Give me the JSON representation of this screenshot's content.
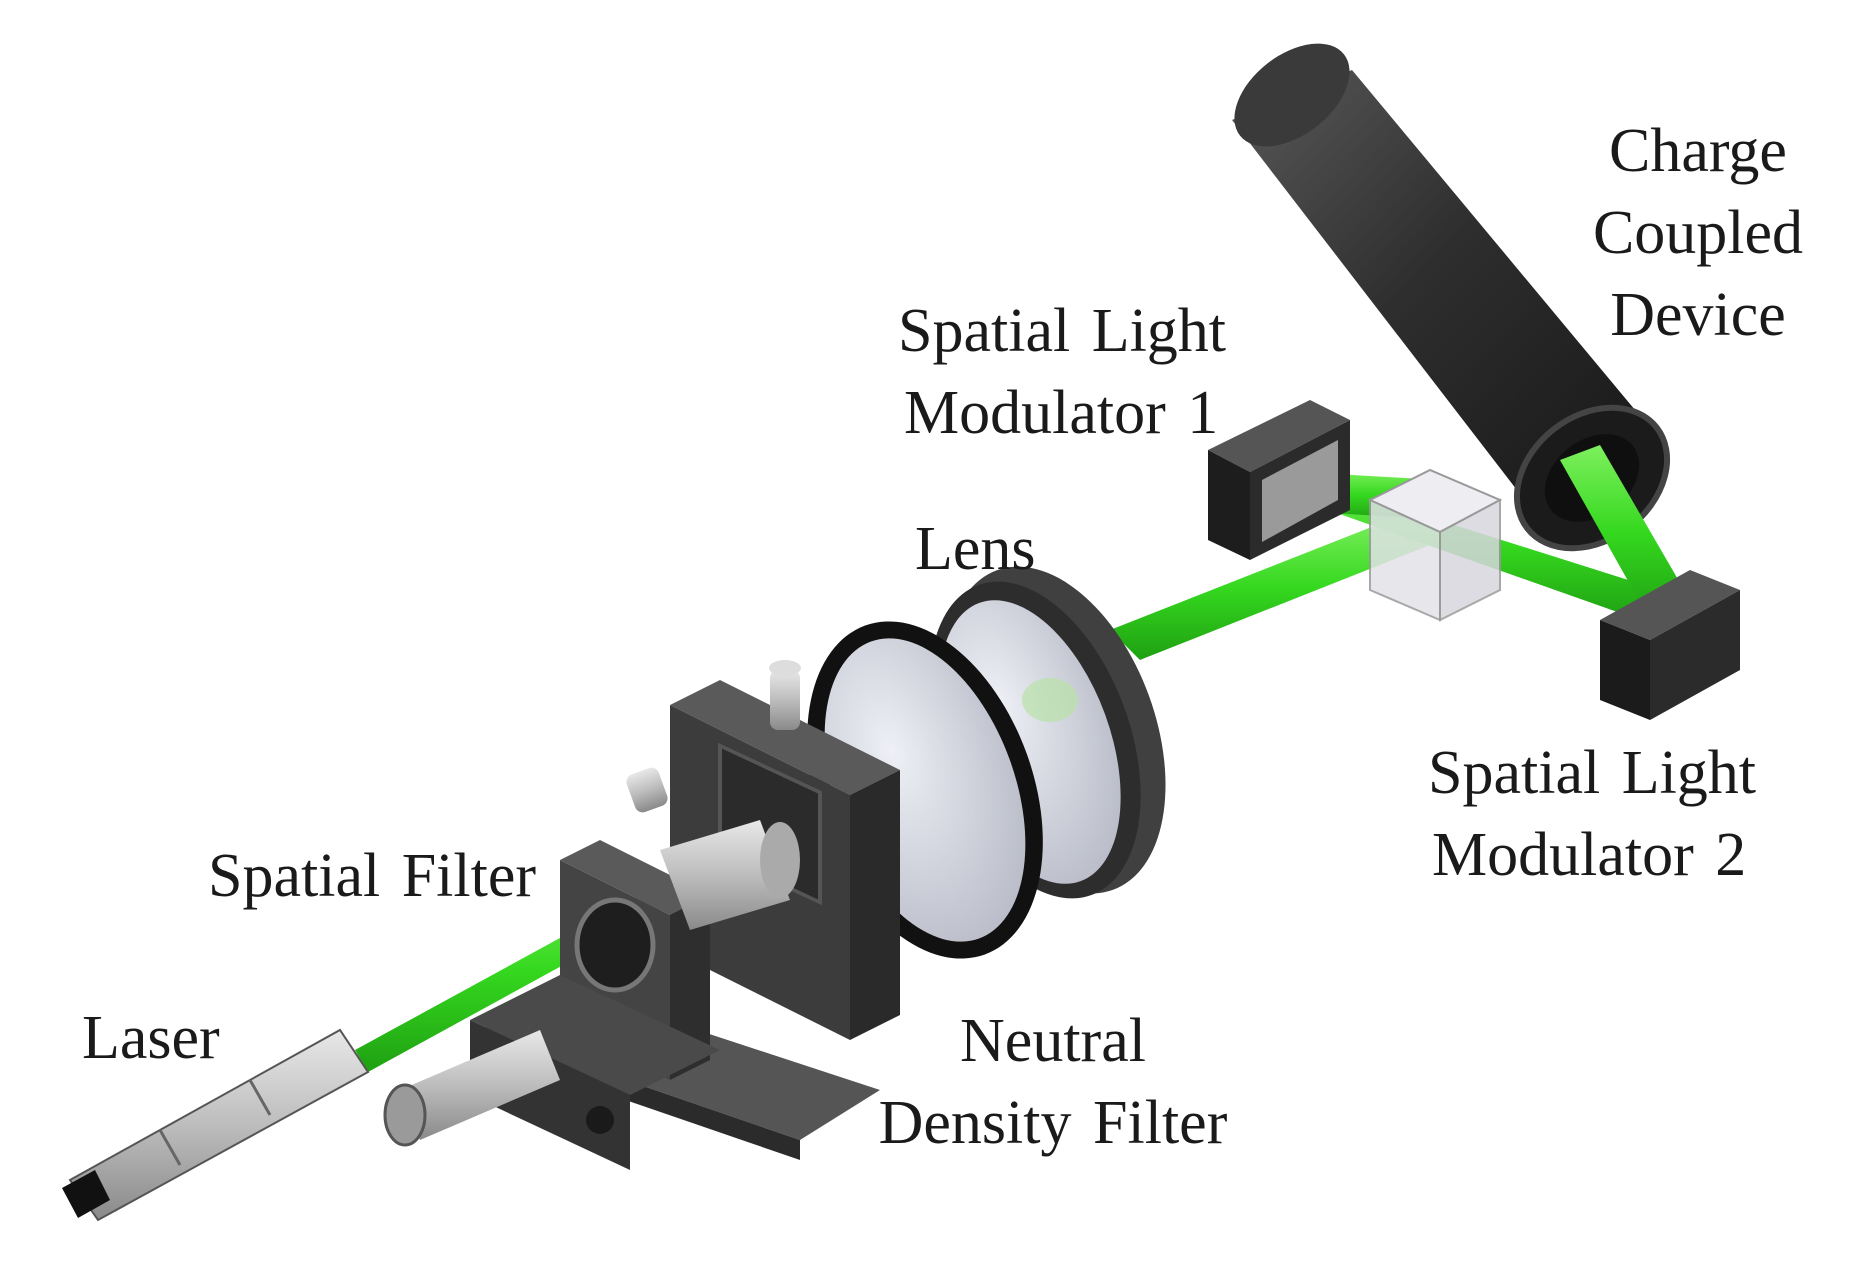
{
  "colors": {
    "beam": "#35d81f",
    "beam_dark": "#1fa012",
    "body_dark": "#2b2b2b",
    "body_mid": "#474747",
    "body_light": "#6a6a6a",
    "metal": "#c9c9c9",
    "lens_face": "#d7d9e2",
    "cube": "#e6e6ea",
    "text": "#1a1a1a"
  },
  "labels": {
    "ccd": [
      "Charge",
      "Coupled",
      "Device"
    ],
    "slm1": [
      "Spatial Light",
      "Modulator 1"
    ],
    "lens": "Lens",
    "slm2": [
      "Spatial Light",
      "Modulator 2"
    ],
    "spatial_filter": "Spatial Filter",
    "laser": "Laser",
    "nd_filter": [
      "Neutral",
      "Density Filter"
    ]
  },
  "components": [
    {
      "name": "laser-pointer",
      "icon": "laser-icon"
    },
    {
      "name": "spatial-filter",
      "icon": "pinhole-mount-icon"
    },
    {
      "name": "neutral-density-filter",
      "icon": "filter-wheel-icon"
    },
    {
      "name": "lens",
      "icon": "lens-icon"
    },
    {
      "name": "beam-splitter-cube",
      "icon": "cube-icon"
    },
    {
      "name": "spatial-light-modulator-1",
      "icon": "slm-icon"
    },
    {
      "name": "spatial-light-modulator-2",
      "icon": "slm-icon"
    },
    {
      "name": "charge-coupled-device",
      "icon": "camera-icon"
    }
  ]
}
